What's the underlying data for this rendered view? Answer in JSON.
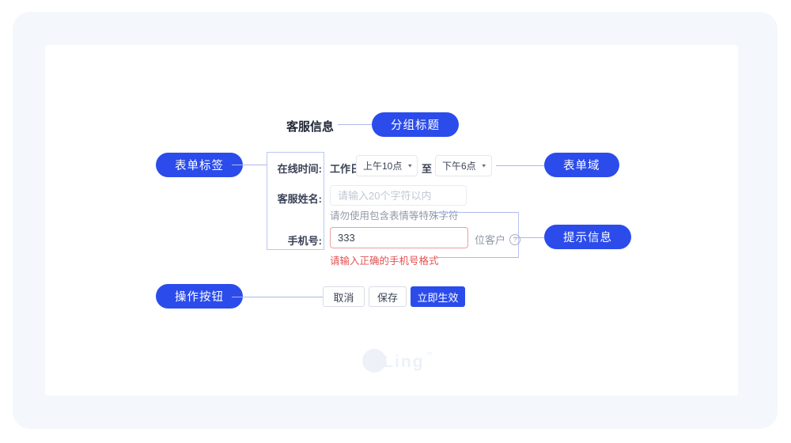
{
  "colors": {
    "accent": "#2b4ceb",
    "error": "#e15252"
  },
  "section": {
    "title": "客服信息"
  },
  "callouts": {
    "group_title": "分组标题",
    "form_label": "表单标签",
    "form_field": "表单域",
    "hint": "提示信息",
    "actions": "操作按钮"
  },
  "fields": {
    "online_time": {
      "label": "在线时间:",
      "prefix": "工作日",
      "start": "上午10点",
      "separator": "至",
      "end": "下午6点"
    },
    "agent_name": {
      "label": "客服姓名:",
      "placeholder": "请输入20个字符以内",
      "helper": "请勿使用包含表情等特殊字符"
    },
    "phone": {
      "label": "手机号:",
      "value": "333",
      "suffix": "位客户",
      "error": "请输入正确的手机号格式"
    }
  },
  "icons": {
    "caret": "▼",
    "help": "?"
  },
  "buttons": {
    "cancel": "取消",
    "save": "保存",
    "apply": "立即生效"
  },
  "watermark": {
    "text": "ALing",
    "mark": "™"
  }
}
